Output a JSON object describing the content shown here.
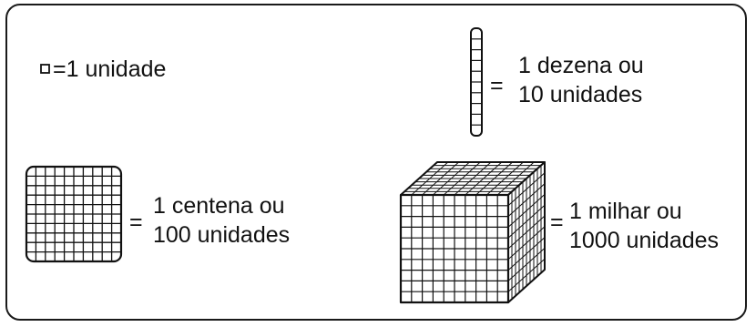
{
  "unit": {
    "text": "=1 unidade"
  },
  "ten": {
    "eq": "=",
    "line1": "1 dezena ou",
    "line2": "10 unidades"
  },
  "hundred": {
    "eq": "=",
    "line1": "1 centena ou",
    "line2": "100 unidades"
  },
  "thousand": {
    "eq": "=",
    "line1": "1 milhar ou",
    "line2": "1000 unidades"
  }
}
